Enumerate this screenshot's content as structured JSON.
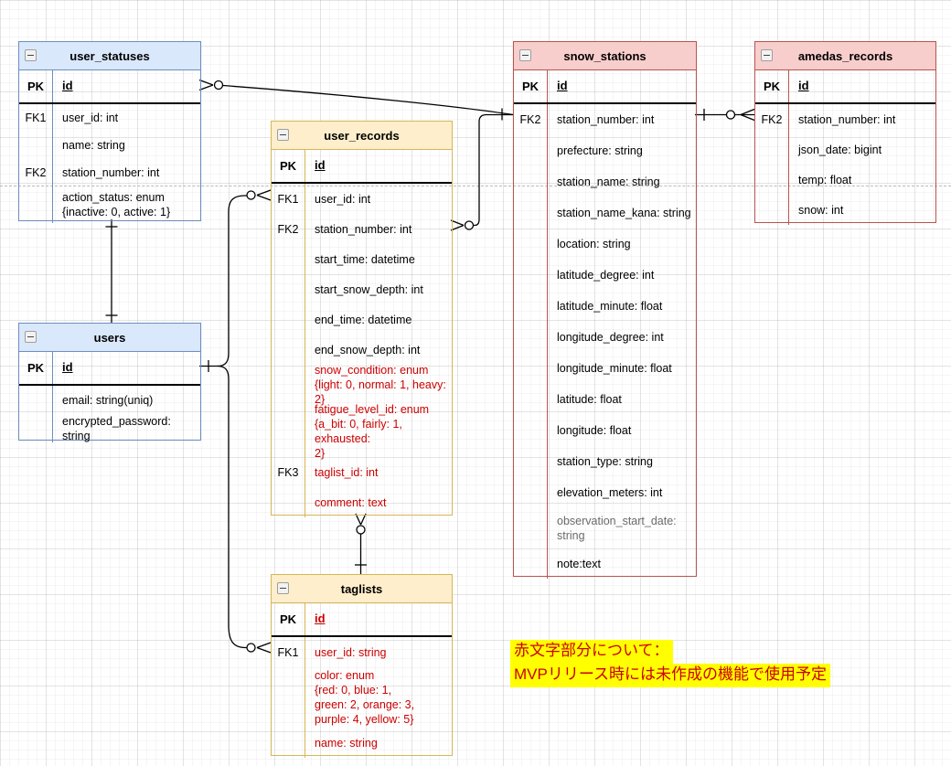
{
  "colors": {
    "blue_border": "#6c8ebf",
    "blue_header": "#dae8fc",
    "tan_border": "#d6b656",
    "tan_header": "#ffeecb",
    "red_border": "#b85450",
    "red_header": "#f8cecc",
    "emphasis_text": "#cc0000",
    "note_highlight": "#ffff00"
  },
  "tables": {
    "user_statuses": {
      "title": "user_statuses",
      "pk_key": "PK",
      "pk_value": "id",
      "rows": [
        {
          "k": "FK1",
          "v": "user_id: int"
        },
        {
          "k": "",
          "v": "name: string"
        },
        {
          "k": "FK2",
          "v": "station_number: int"
        },
        {
          "k": "",
          "v": "action_status: enum\n{inactive: 0, active: 1}"
        }
      ]
    },
    "users": {
      "title": "users",
      "pk_key": "PK",
      "pk_value": "id",
      "rows": [
        {
          "k": "",
          "v": "email: string(uniq)"
        },
        {
          "k": "",
          "v": "encrypted_password: string"
        }
      ]
    },
    "user_records": {
      "title": "user_records",
      "pk_key": "PK",
      "pk_value": "id",
      "rows": [
        {
          "k": "FK1",
          "v": "user_id: int"
        },
        {
          "k": "FK2",
          "v": "station_number: int"
        },
        {
          "k": "",
          "v": "start_time: datetime"
        },
        {
          "k": "",
          "v": "start_snow_depth: int"
        },
        {
          "k": "",
          "v": "end_time: datetime"
        },
        {
          "k": "",
          "v": "end_snow_depth: int"
        },
        {
          "k": "",
          "v": "snow_condition: enum\n{light: 0, normal: 1, heavy: 2}"
        },
        {
          "k": "",
          "v": "fatigue_level_id: enum\n{a_bit: 0, fairly: 1, exhausted:\n2}"
        },
        {
          "k": "FK3",
          "v": "taglist_id: int"
        },
        {
          "k": "",
          "v": "comment: text"
        }
      ]
    },
    "snow_stations": {
      "title": "snow_stations",
      "pk_key": "PK",
      "pk_value": "id",
      "rows": [
        {
          "k": "FK2",
          "v": "station_number: int"
        },
        {
          "k": "",
          "v": "prefecture: string"
        },
        {
          "k": "",
          "v": "station_name: string"
        },
        {
          "k": "",
          "v": "station_name_kana: string"
        },
        {
          "k": "",
          "v": "location: string"
        },
        {
          "k": "",
          "v": "latitude_degree: int"
        },
        {
          "k": "",
          "v": "latitude_minute: float"
        },
        {
          "k": "",
          "v": "longitude_degree: int"
        },
        {
          "k": "",
          "v": "longitude_minute: float"
        },
        {
          "k": "",
          "v": "latitude: float"
        },
        {
          "k": "",
          "v": "longitude: float"
        },
        {
          "k": "",
          "v": "station_type: string"
        },
        {
          "k": "",
          "v": "elevation_meters: int"
        },
        {
          "k": "",
          "v": "observation_start_date:\nstring"
        },
        {
          "k": "",
          "v": "note:text"
        }
      ]
    },
    "amedas_records": {
      "title": "amedas_records",
      "pk_key": "PK",
      "pk_value": "id",
      "rows": [
        {
          "k": "FK2",
          "v": "station_number: int"
        },
        {
          "k": "",
          "v": "json_date: bigint"
        },
        {
          "k": "",
          "v": "temp: float"
        },
        {
          "k": "",
          "v": "snow: int"
        }
      ]
    },
    "taglists": {
      "title": "taglists",
      "pk_key": "PK",
      "pk_value": "id",
      "rows": [
        {
          "k": "FK1",
          "v": "user_id: string"
        },
        {
          "k": "",
          "v": "color: enum\n{red: 0, blue: 1,\ngreen: 2, orange: 3,\npurple: 4, yellow: 5}"
        },
        {
          "k": "",
          "v": "name: string"
        }
      ]
    }
  },
  "note": {
    "line1": "赤文字部分について：",
    "line2": "MVPリリース時には未作成の機能で使用予定"
  }
}
